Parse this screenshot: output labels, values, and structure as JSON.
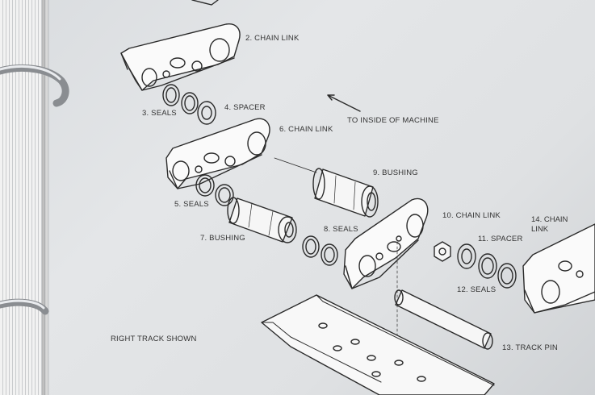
{
  "labels": {
    "chain_link_2": "2. CHAIN LINK",
    "seals_3": "3. SEALS",
    "spacer_4": "4. SPACER",
    "direction_note": "TO INSIDE OF MACHINE",
    "chain_link_6": "6. CHAIN LINK",
    "bushing_9": "9. BUSHING",
    "seals_5": "5. SEALS",
    "chain_link_10": "10. CHAIN LINK",
    "chain_link_14_line1": "14. CHAIN",
    "chain_link_14_line2": "LINK",
    "seals_8": "8. SEALS",
    "bushing_7": "7. BUSHING",
    "spacer_11": "11. SPACER",
    "seals_12": "12. SEALS",
    "track_pin_13": "13. TRACK PIN",
    "caption": "RIGHT TRACK SHOWN"
  },
  "colors": {
    "paper": "#e2e4e6",
    "ink": "#2a2a2a",
    "binder_ring": "#b8bbbf"
  }
}
